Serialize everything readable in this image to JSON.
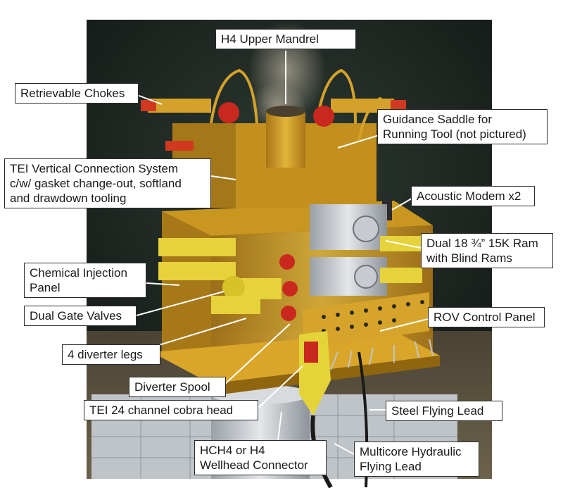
{
  "figure": {
    "description_colors": {
      "frame": "#1f2722",
      "gold": "#d9a62a",
      "gold_dark": "#9c6f12",
      "yellow": "#e6d23a",
      "red": "#c8281e",
      "steel": "#cfd3d6",
      "smoke": "#8e8778"
    }
  },
  "labels": {
    "h4_upper_mandrel": [
      "H4 Upper Mandrel"
    ],
    "retrievable_chokes": [
      "Retrievable Chokes"
    ],
    "guidance_saddle": [
      "Guidance Saddle for",
      "Running Tool (not pictured)"
    ],
    "tei_vcs": [
      "TEI Vertical Connection System",
      "c/w/ gasket change-out, softland",
      "and drawdown tooling"
    ],
    "acoustic_modem": [
      "Acoustic Modem x2"
    ],
    "dual_ram": [
      "Dual 18 ¾” 15K Ram",
      "with Blind Rams"
    ],
    "chemical_injection": [
      "Chemical Injection",
      "Panel"
    ],
    "dual_gate_valves": [
      "Dual Gate Valves"
    ],
    "rov_control_panel": [
      "ROV Control Panel"
    ],
    "diverter_legs": [
      "4 diverter legs"
    ],
    "diverter_spool": [
      "Diverter Spool"
    ],
    "cobra_head": [
      "TEI 24 channel cobra head"
    ],
    "steel_flying_lead": [
      "Steel Flying Lead"
    ],
    "wellhead_connector": [
      "HCH4 or H4",
      "Wellhead Connector"
    ],
    "multicore_lead": [
      "Multicore Hydraulic",
      "Flying Lead"
    ]
  }
}
